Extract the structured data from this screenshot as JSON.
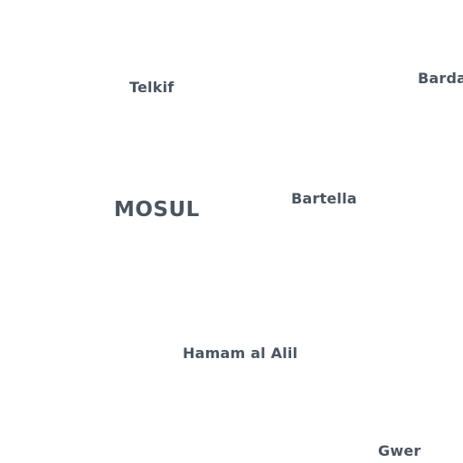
{
  "map": {
    "places": {
      "telkif": "Telkif",
      "barda": "Barda",
      "mosul": "MOSUL",
      "bartella": "Bartella",
      "hamam_al_alil": "Hamam al Alil",
      "gwer": "Gwer"
    },
    "label_color": "#4a5560",
    "background": "#ffffff"
  }
}
